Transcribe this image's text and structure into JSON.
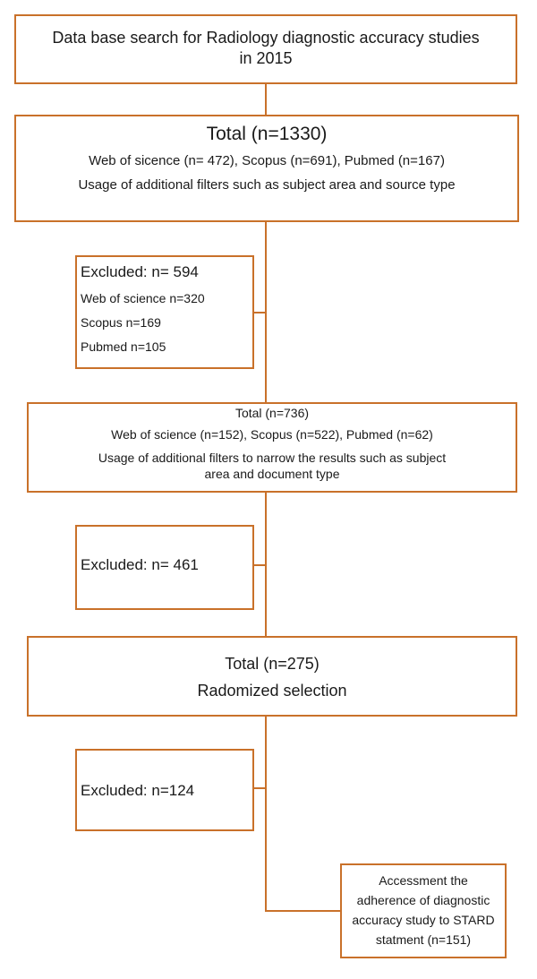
{
  "step1": {
    "line1": "Data base search for Radiology  diagnostic accuracy studies",
    "line2": "in 2015"
  },
  "step2": {
    "title": "Total (n=1330)",
    "line1": "Web of sicence (n= 472), Scopus (n=691), Pubmed (n=167)",
    "line2": "Usage of additional filters such as subject area and source type"
  },
  "excluded1": {
    "title": "Excluded: n= 594",
    "line1": "Web of science n=320",
    "line2": "Scopus n=169",
    "line3": "Pubmed n=105"
  },
  "step3": {
    "title": "Total (n=736)",
    "line1": "Web of science (n=152), Scopus (n=522), Pubmed (n=62)",
    "line2": "Usage of additional filters to narrow the results  such as subject",
    "line3": "area and document type"
  },
  "excluded2": {
    "title": "Excluded: n= 461"
  },
  "step4": {
    "title": "Total (n=275)",
    "line1": "Radomized selection"
  },
  "excluded3": {
    "title": "Excluded: n=124"
  },
  "final": {
    "line1": "Accessment the",
    "line2": "adherence of diagnostic",
    "line3": "accuracy study to STARD",
    "line4": "statment (n=151)"
  }
}
